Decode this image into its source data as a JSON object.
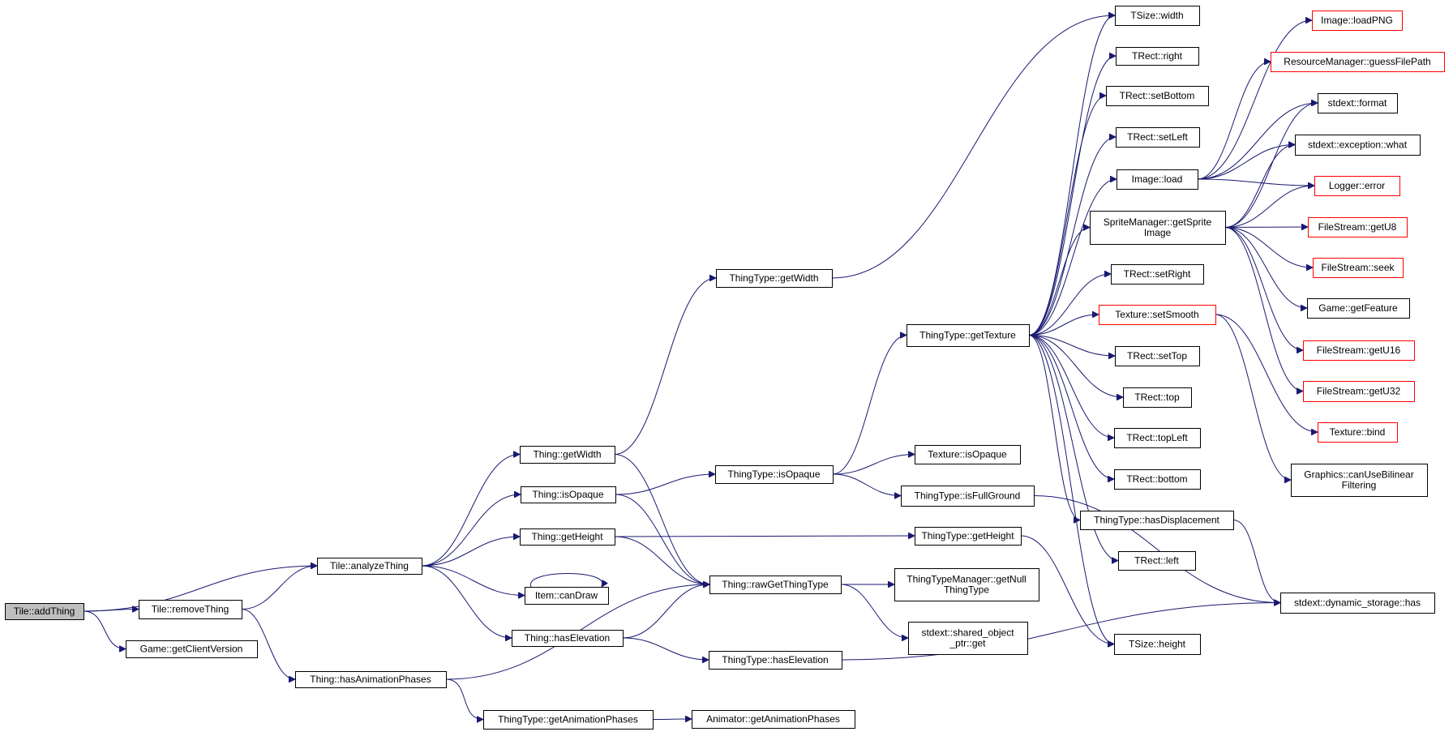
{
  "colors": {
    "edge": "#191970",
    "node_border": "#000000",
    "node_border_external": "#ff0000",
    "root_fill": "#bfbfbf",
    "node_fill": "#ffffff"
  },
  "nodes": {
    "n_addThing": {
      "label": [
        "Tile::addThing"
      ],
      "style": "root"
    },
    "n_analyzeThing": {
      "label": [
        "Tile::analyzeThing"
      ],
      "style": "normal"
    },
    "n_removeThing": {
      "label": [
        "Tile::removeThing"
      ],
      "style": "normal"
    },
    "n_getClientVersion": {
      "label": [
        "Game::getClientVersion"
      ],
      "style": "normal"
    },
    "n_hasAnimationPhases": {
      "label": [
        "Thing::hasAnimationPhases"
      ],
      "style": "normal"
    },
    "n_getWidth": {
      "label": [
        "Thing::getWidth"
      ],
      "style": "normal"
    },
    "n_isOpaque": {
      "label": [
        "Thing::isOpaque"
      ],
      "style": "normal"
    },
    "n_getHeight": {
      "label": [
        "Thing::getHeight"
      ],
      "style": "normal"
    },
    "n_canDraw": {
      "label": [
        "Item::canDraw"
      ],
      "style": "normal"
    },
    "n_hasElevation": {
      "label": [
        "Thing::hasElevation"
      ],
      "style": "normal"
    },
    "n_ttGetAnimationPhases": {
      "label": [
        "ThingType::getAnimationPhases"
      ],
      "style": "normal"
    },
    "n_animGetAnimationPhases": {
      "label": [
        "Animator::getAnimationPhases"
      ],
      "style": "normal"
    },
    "n_ttGetWidth": {
      "label": [
        "ThingType::getWidth"
      ],
      "style": "normal"
    },
    "n_ttIsOpaque": {
      "label": [
        "ThingType::isOpaque"
      ],
      "style": "normal"
    },
    "n_rawGetThingType": {
      "label": [
        "Thing::rawGetThingType"
      ],
      "style": "normal"
    },
    "n_ttHasElevation": {
      "label": [
        "ThingType::hasElevation"
      ],
      "style": "normal"
    },
    "n_ttGetTexture": {
      "label": [
        "ThingType::getTexture"
      ],
      "style": "normal"
    },
    "n_texIsOpaque": {
      "label": [
        "Texture::isOpaque"
      ],
      "style": "normal"
    },
    "n_ttIsFullGround": {
      "label": [
        "ThingType::isFullGround"
      ],
      "style": "normal"
    },
    "n_ttGetHeight": {
      "label": [
        "ThingType::getHeight"
      ],
      "style": "normal"
    },
    "n_getNullThingType": {
      "label": [
        "ThingTypeManager::getNull",
        "ThingType"
      ],
      "style": "normal"
    },
    "n_sharedObjectPtrGet": {
      "label": [
        "stdext::shared_object",
        "_ptr::get"
      ],
      "style": "normal"
    },
    "n_tsizeWidth": {
      "label": [
        "TSize::width"
      ],
      "style": "normal"
    },
    "n_trectRight": {
      "label": [
        "TRect::right"
      ],
      "style": "normal"
    },
    "n_trectSetBottom": {
      "label": [
        "TRect::setBottom"
      ],
      "style": "normal"
    },
    "n_trectSetLeft": {
      "label": [
        "TRect::setLeft"
      ],
      "style": "normal"
    },
    "n_imageLoad": {
      "label": [
        "Image::load"
      ],
      "style": "normal"
    },
    "n_getSpriteImage": {
      "label": [
        "SpriteManager::getSprite",
        "Image"
      ],
      "style": "normal"
    },
    "n_trectSetRight": {
      "label": [
        "TRect::setRight"
      ],
      "style": "normal"
    },
    "n_texSetSmooth": {
      "label": [
        "Texture::setSmooth"
      ],
      "style": "external"
    },
    "n_trectSetTop": {
      "label": [
        "TRect::setTop"
      ],
      "style": "normal"
    },
    "n_trectTop": {
      "label": [
        "TRect::top"
      ],
      "style": "normal"
    },
    "n_trectTopLeft": {
      "label": [
        "TRect::topLeft"
      ],
      "style": "normal"
    },
    "n_trectBottom": {
      "label": [
        "TRect::bottom"
      ],
      "style": "normal"
    },
    "n_ttHasDisplacement": {
      "label": [
        "ThingType::hasDisplacement"
      ],
      "style": "normal"
    },
    "n_trectLeft": {
      "label": [
        "TRect::left"
      ],
      "style": "normal"
    },
    "n_tsizeHeight": {
      "label": [
        "TSize::height"
      ],
      "style": "normal"
    },
    "n_imageLoadPNG": {
      "label": [
        "Image::loadPNG"
      ],
      "style": "external"
    },
    "n_guessFilePath": {
      "label": [
        "ResourceManager::guessFilePath"
      ],
      "style": "external"
    },
    "n_stdextFormat": {
      "label": [
        "stdext::format"
      ],
      "style": "normal"
    },
    "n_exceptionWhat": {
      "label": [
        "stdext::exception::what"
      ],
      "style": "normal"
    },
    "n_loggerError": {
      "label": [
        "Logger::error"
      ],
      "style": "external"
    },
    "n_fsGetU8": {
      "label": [
        "FileStream::getU8"
      ],
      "style": "external"
    },
    "n_fsSeek": {
      "label": [
        "FileStream::seek"
      ],
      "style": "external"
    },
    "n_gameGetFeature": {
      "label": [
        "Game::getFeature"
      ],
      "style": "normal"
    },
    "n_fsGetU16": {
      "label": [
        "FileStream::getU16"
      ],
      "style": "external"
    },
    "n_fsGetU32": {
      "label": [
        "FileStream::getU32"
      ],
      "style": "external"
    },
    "n_texBind": {
      "label": [
        "Texture::bind"
      ],
      "style": "external"
    },
    "n_canUseBilinear": {
      "label": [
        "Graphics::canUseBilinear",
        "Filtering"
      ],
      "style": "normal"
    },
    "n_dynStorageHas": {
      "label": [
        "stdext::dynamic_storage::has"
      ],
      "style": "normal"
    }
  },
  "edges": [
    [
      "n_addThing",
      "n_analyzeThing"
    ],
    [
      "n_addThing",
      "n_removeThing"
    ],
    [
      "n_addThing",
      "n_getClientVersion"
    ],
    [
      "n_removeThing",
      "n_analyzeThing"
    ],
    [
      "n_removeThing",
      "n_hasAnimationPhases"
    ],
    [
      "n_analyzeThing",
      "n_getWidth"
    ],
    [
      "n_analyzeThing",
      "n_isOpaque"
    ],
    [
      "n_analyzeThing",
      "n_getHeight"
    ],
    [
      "n_analyzeThing",
      "n_canDraw"
    ],
    [
      "n_analyzeThing",
      "n_hasElevation"
    ],
    [
      "n_canDraw",
      "n_canDraw"
    ],
    [
      "n_getWidth",
      "n_ttGetWidth"
    ],
    [
      "n_getWidth",
      "n_rawGetThingType"
    ],
    [
      "n_isOpaque",
      "n_ttIsOpaque"
    ],
    [
      "n_isOpaque",
      "n_rawGetThingType"
    ],
    [
      "n_getHeight",
      "n_ttGetHeight"
    ],
    [
      "n_getHeight",
      "n_rawGetThingType"
    ],
    [
      "n_hasElevation",
      "n_rawGetThingType"
    ],
    [
      "n_hasElevation",
      "n_ttHasElevation"
    ],
    [
      "n_hasAnimationPhases",
      "n_rawGetThingType"
    ],
    [
      "n_hasAnimationPhases",
      "n_ttGetAnimationPhases"
    ],
    [
      "n_ttGetAnimationPhases",
      "n_animGetAnimationPhases"
    ],
    [
      "n_ttGetWidth",
      "n_tsizeWidth"
    ],
    [
      "n_ttIsOpaque",
      "n_ttGetTexture"
    ],
    [
      "n_ttIsOpaque",
      "n_texIsOpaque"
    ],
    [
      "n_ttIsOpaque",
      "n_ttIsFullGround"
    ],
    [
      "n_ttIsFullGround",
      "n_dynStorageHas"
    ],
    [
      "n_ttGetHeight",
      "n_tsizeHeight"
    ],
    [
      "n_ttHasElevation",
      "n_dynStorageHas"
    ],
    [
      "n_rawGetThingType",
      "n_getNullThingType"
    ],
    [
      "n_rawGetThingType",
      "n_sharedObjectPtrGet"
    ],
    [
      "n_ttGetTexture",
      "n_tsizeWidth"
    ],
    [
      "n_ttGetTexture",
      "n_trectRight"
    ],
    [
      "n_ttGetTexture",
      "n_trectSetBottom"
    ],
    [
      "n_ttGetTexture",
      "n_trectSetLeft"
    ],
    [
      "n_ttGetTexture",
      "n_imageLoad"
    ],
    [
      "n_ttGetTexture",
      "n_getSpriteImage"
    ],
    [
      "n_ttGetTexture",
      "n_trectSetRight"
    ],
    [
      "n_ttGetTexture",
      "n_texSetSmooth"
    ],
    [
      "n_ttGetTexture",
      "n_trectSetTop"
    ],
    [
      "n_ttGetTexture",
      "n_trectTop"
    ],
    [
      "n_ttGetTexture",
      "n_trectTopLeft"
    ],
    [
      "n_ttGetTexture",
      "n_trectBottom"
    ],
    [
      "n_ttGetTexture",
      "n_ttHasDisplacement"
    ],
    [
      "n_ttGetTexture",
      "n_trectLeft"
    ],
    [
      "n_ttGetTexture",
      "n_tsizeHeight"
    ],
    [
      "n_ttHasDisplacement",
      "n_dynStorageHas"
    ],
    [
      "n_imageLoad",
      "n_imageLoadPNG"
    ],
    [
      "n_imageLoad",
      "n_guessFilePath"
    ],
    [
      "n_imageLoad",
      "n_stdextFormat"
    ],
    [
      "n_imageLoad",
      "n_exceptionWhat"
    ],
    [
      "n_imageLoad",
      "n_loggerError"
    ],
    [
      "n_getSpriteImage",
      "n_stdextFormat"
    ],
    [
      "n_getSpriteImage",
      "n_exceptionWhat"
    ],
    [
      "n_getSpriteImage",
      "n_loggerError"
    ],
    [
      "n_getSpriteImage",
      "n_fsGetU8"
    ],
    [
      "n_getSpriteImage",
      "n_fsSeek"
    ],
    [
      "n_getSpriteImage",
      "n_gameGetFeature"
    ],
    [
      "n_getSpriteImage",
      "n_fsGetU16"
    ],
    [
      "n_getSpriteImage",
      "n_fsGetU32"
    ],
    [
      "n_texSetSmooth",
      "n_texBind"
    ],
    [
      "n_texSetSmooth",
      "n_canUseBilinear"
    ]
  ]
}
